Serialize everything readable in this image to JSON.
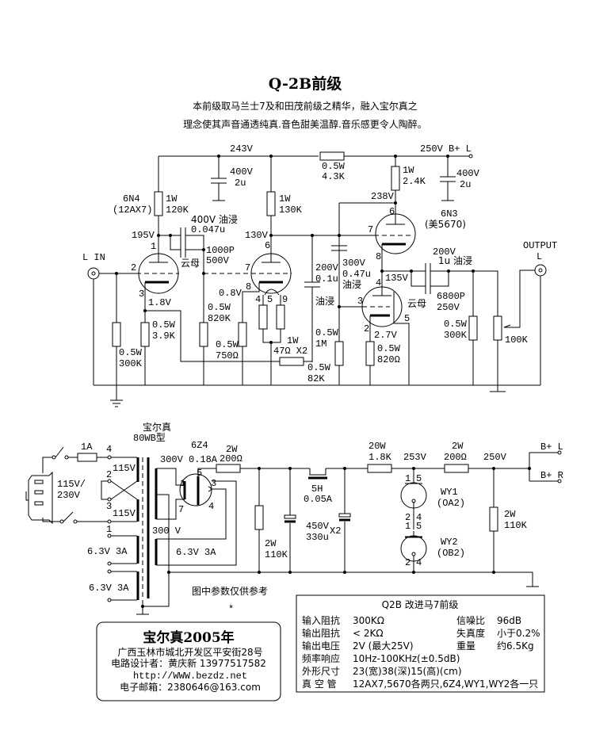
{
  "title": "Q-2B前级",
  "subtitle_line1": "本前级取马兰士7及和田茂前级之精华，融入宝尔真之",
  "subtitle_line2": "理念使其声音通透纯真.音色甜美温醇.音乐感更令人陶醉。",
  "preamp": {
    "rail_243": "243V",
    "rail_250": "250V  B+  L",
    "r_dropper": [
      "0.5W",
      "4.3K"
    ],
    "c_filter1": [
      "400V",
      "2u"
    ],
    "c_filter2": [
      "400V",
      "2u"
    ],
    "r_plate_v1": [
      "1W",
      "120K"
    ],
    "r_plate_v2": [
      "1W",
      "130K"
    ],
    "r_plate_v3": [
      "1W",
      "2.4K"
    ],
    "v1_label": [
      "6N4",
      "(12AX7)"
    ],
    "v3_label": [
      "6N3",
      "(美5670)"
    ],
    "v_195": "195V",
    "v_130": "130V",
    "v_238": "238V",
    "v_135": "135V",
    "v_1_8": "1.8V",
    "v_0_8": "0.8V",
    "v_2_7": "2.7V",
    "c_coupling1": [
      "400V 油浸",
      "0.047u"
    ],
    "c_mica1": [
      "1000P",
      "500V"
    ],
    "mica_label": "云母",
    "mica_label2": "云母",
    "c_200v": [
      "200V",
      "0.1u",
      "油浸"
    ],
    "c_300v": [
      "300V",
      "0.47u",
      "油浸"
    ],
    "c_out": [
      "200V",
      "1u 油浸"
    ],
    "c_mica2": [
      "6800P",
      "250V"
    ],
    "r_grid_in": [
      "0.5W",
      "300K"
    ],
    "r_cath_v1": [
      "0.5W",
      "3.9K"
    ],
    "r_grid_v2": [
      "0.5W",
      "820K"
    ],
    "r_cath_v2": [
      "0.5W",
      "750Ω"
    ],
    "r_heater": [
      "1W",
      "47Ω X2"
    ],
    "r_fb": [
      "0.5W",
      "82K"
    ],
    "r_grid_v3": [
      "0.5W",
      "1M"
    ],
    "r_cath_v3": [
      "0.5W",
      "820Ω"
    ],
    "r_out": [
      "0.5W",
      "300K"
    ],
    "pot": "100K",
    "input_label": "L IN",
    "output_label": [
      "OUTPUT",
      "L"
    ],
    "pins": {
      "v1_1": "1",
      "v1_2": "2",
      "v1_3": "3",
      "v2_6": "6",
      "v2_7": "7",
      "v2_8": "8",
      "v2_4": "4",
      "v2_5": "5",
      "v2_9": "9",
      "v3_6": "6",
      "v3_7": "7",
      "v3_8": "8",
      "v3_4": "4",
      "v3_3": "3",
      "v3_2": "2",
      "v3_5": "5"
    }
  },
  "psu": {
    "transformer_label": [
      "宝尔真",
      "80WB型"
    ],
    "fuse": "1A",
    "mains": [
      "115V/",
      "230V"
    ],
    "primary_taps": [
      "4",
      "2",
      "3",
      "1"
    ],
    "primary_115a": "115V",
    "primary_115b": "115V",
    "heater_a": "6.3V  3A",
    "heater_b": "6.3V  3A",
    "heater_rect": "6.3V  3A",
    "hv_secondary": "300 V",
    "rectifier": "6Z4",
    "hv_rating": "300V 0.18A",
    "rect_pins": [
      "1",
      "5",
      "3",
      "7",
      "4"
    ],
    "r_series1": [
      "2W",
      "200Ω"
    ],
    "r_bleed1": [
      "2W",
      "110K"
    ],
    "choke": [
      "5H",
      "0.05A"
    ],
    "caps": [
      "450V",
      "330u"
    ],
    "caps_x2": "X2",
    "r_series2": [
      "20W",
      "1.8K"
    ],
    "v_253": "253V",
    "r_series3": [
      "2W",
      "200Ω"
    ],
    "v_250": "250V",
    "r_bleed2": [
      "2W",
      "110K"
    ],
    "wy1": [
      "WY1",
      "(OA2)"
    ],
    "wy2": [
      "WY2",
      "(OB2)"
    ],
    "wy_pins": [
      "1",
      "5",
      "2",
      "4"
    ],
    "bplus_l": "B+  L",
    "bplus_r": "B+  R",
    "note": "图中参数仅供参考",
    "asterisk": "*"
  },
  "brand_box": {
    "title": "宝尔真2005年",
    "address": "广西玉林市城北开发区平安街28号",
    "designer": "电路设计者：黄庆新  13977517582",
    "url": "http://WWW.bezdz.net",
    "email": "电子邮箱：2380646@163.com"
  },
  "spec_box": {
    "title": "Q2B   改进马7前级",
    "rows": [
      {
        "label": "输入阻抗",
        "value": "300KΩ"
      },
      {
        "label": "输出阻抗",
        "value": "< 2KΩ"
      },
      {
        "label": "输出电压",
        "value": "2V (最大25V)"
      },
      {
        "label": "频率响应",
        "value": "10Hz-100KHz(±0.5dB)"
      },
      {
        "label": "外形尺寸",
        "value": "23(宽)38(深)15(高)(cm)"
      },
      {
        "label": "真 空 管",
        "value": "12AX7,5670各两只,6Z4,WY1,WY2各一只"
      }
    ],
    "right": [
      {
        "label": "信噪比",
        "value": "96dB"
      },
      {
        "label": "失真度",
        "value": "小于0.2%"
      },
      {
        "label": "重量",
        "value": "约6.5Kg"
      }
    ]
  }
}
